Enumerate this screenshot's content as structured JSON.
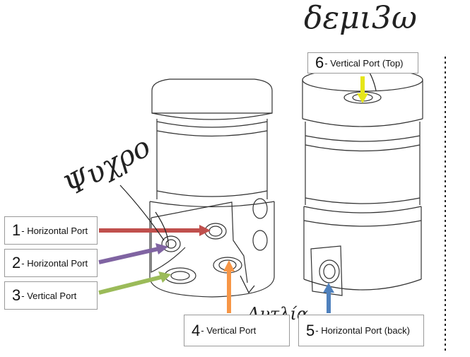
{
  "labels": [
    {
      "number": "1",
      "text": "- Horizontal Port"
    },
    {
      "number": "2",
      "text": "- Horizontal Port"
    },
    {
      "number": "3",
      "text": "- Vertical Port"
    },
    {
      "number": "4",
      "text": "- Vertical Port"
    },
    {
      "number": "5",
      "text": "- Horizontal Port (back)"
    },
    {
      "number": "6",
      "text": "- Vertical Port (Top)"
    }
  ],
  "handwriting": {
    "left_note": "Ψυχρο",
    "top_note": "δεμι3ω",
    "bottom_note": "Αντλία"
  },
  "arrow_colors": {
    "port1": "#c0504d",
    "port2": "#8064a2",
    "port3": "#9bbb59",
    "port4": "#f79646",
    "port5": "#4f81bd",
    "port6": "#e6e619"
  }
}
